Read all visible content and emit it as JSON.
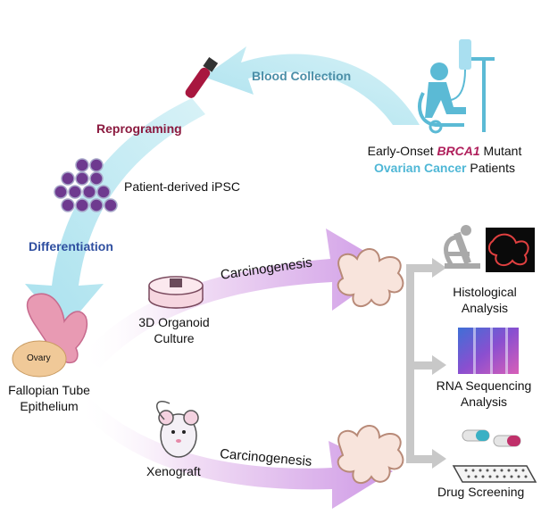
{
  "colors": {
    "blood_arrow": "#bfe9f2",
    "process_arrow": "#d6a7e6",
    "gray_arrow": "#c7c7c7",
    "reprogramming": "#8b1a3f",
    "differentiation": "#2f4fa0",
    "blood_collection": "#4b8fa8",
    "patient_icon": "#5bbad5",
    "brca1": "#b0205c",
    "ovarian": "#4fb7d6"
  },
  "labels": {
    "blood_collection": "Blood Collection",
    "reprogramming": "Reprograming",
    "patient_ipsc": "Patient-derived iPSC",
    "differentiation": "Differentiation",
    "ovary": "Ovary",
    "fallopian_line1": "Fallopian Tube",
    "fallopian_line2": "Epithelium",
    "organoid_line1": "3D Organoid",
    "organoid_line2": "Culture",
    "xenograft": "Xenograft",
    "carcinogenesis_top": "Carcinogenesis",
    "carcinogenesis_bottom": "Carcinogenesis",
    "histological_line1": "Histological",
    "histological_line2": "Analysis",
    "rna_line1": "RNA Sequencing",
    "rna_line2": "Analysis",
    "drug_screening": "Drug Screening",
    "patients_line1_a": "Early-Onset ",
    "patients_line1_b": "BRCA1",
    "patients_line1_c": " Mutant",
    "patients_line2_a": "Ovarian Cancer",
    "patients_line2_b": " Patients"
  },
  "icons": [
    "blood-tube-icon",
    "patient-iv-icon",
    "ipsc-cells-icon",
    "fallopian-tube-icon",
    "organoid-dish-icon",
    "mouse-icon",
    "organoid-tissue-icon",
    "microscope-icon",
    "histology-image-icon",
    "rna-heatmap-icon",
    "drug-plate-icon"
  ]
}
